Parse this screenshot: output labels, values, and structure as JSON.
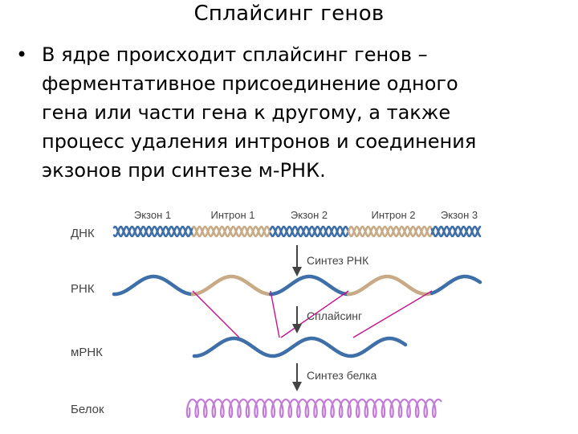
{
  "slide": {
    "title": "Сплайсинг генов",
    "bullet": {
      "marker": "•",
      "lines": [
        "В ядре происходит сплайсинг генов –",
        "ферментативное присоединение одного",
        "гена или части гена к другому, а также",
        "процесс удаления интронов и соединения",
        "экзонов при синтезе м-РНК."
      ]
    }
  },
  "diagram": {
    "segments": [
      "Экзон 1",
      "Интрон 1",
      "Экзон 2",
      "Интрон 2",
      "Экзон 3"
    ],
    "row_labels": {
      "dna": "ДНК",
      "rna": "РНК",
      "mrna": "мРНК",
      "protein": "Белок"
    },
    "steps": {
      "transcription": "Синтез РНК",
      "splicing": "Сплайсинг",
      "translation": "Синтез белка"
    },
    "colors": {
      "exon": "#3f6fa8",
      "intron": "#c8ab86",
      "protein": "#c27bd6",
      "splice_lines": "#c4148e",
      "arrow": "#444444"
    }
  }
}
